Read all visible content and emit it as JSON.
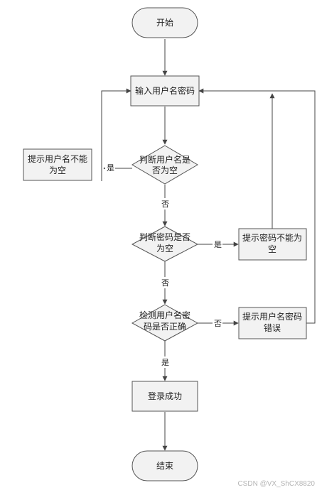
{
  "nodes": {
    "start": "开始",
    "input": "输入用户名密码",
    "check_user": [
      "判断用户名是",
      "否为空"
    ],
    "prompt_user": [
      "提示用户名不能",
      "为空"
    ],
    "check_pwd": [
      "判断密码是否",
      "为空"
    ],
    "prompt_pwd": [
      "提示密码不能为",
      "空"
    ],
    "verify": [
      "检测用户名密",
      "码是否正确"
    ],
    "prompt_wrong": [
      "提示用户名密码",
      "错误"
    ],
    "success": "登录成功",
    "end": "结束"
  },
  "edges": {
    "user_yes": "是",
    "user_no": "否",
    "pwd_yes": "是",
    "pwd_no": "否",
    "verify_no": "否",
    "verify_yes": "是"
  },
  "watermark": "CSDN @VX_ShCX8820"
}
